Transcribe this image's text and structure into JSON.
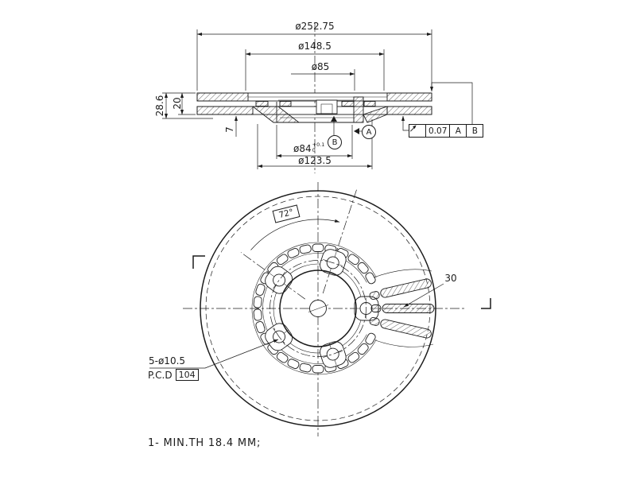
{
  "drawing": {
    "kind": "brake-disc-technical-drawing",
    "background_color": "#ffffff",
    "line_color": "#1c1c1c",
    "note": "1- MIN.TH 18.4 MM;"
  },
  "section_view": {
    "dims": {
      "outer_diameter": "ø252.75",
      "friction_inner_diameter": "ø148.5",
      "pilot_diameter": "ø85",
      "overall_height": "28.6",
      "disc_thickness": "20",
      "plate_dim": "7",
      "bore": {
        "value": "ø84",
        "tol_upper": "+0.1",
        "tol_lower": "0"
      },
      "hat_diameter": "ø123.5"
    },
    "datums": {
      "a": "A",
      "b": "B"
    },
    "fcf": {
      "symbol": "circular-runout",
      "tolerance": "0.07",
      "datum_1": "A",
      "datum_2": "B"
    }
  },
  "front_view": {
    "bolt_hole_angle": "72°",
    "vane_count_label": "30",
    "bolt_holes_label": "5-ø10.5",
    "pcd_label": "P.C.D",
    "pcd_value": "104",
    "bolt_count": 5,
    "slot_count": 30,
    "vanes_shown": 3
  }
}
